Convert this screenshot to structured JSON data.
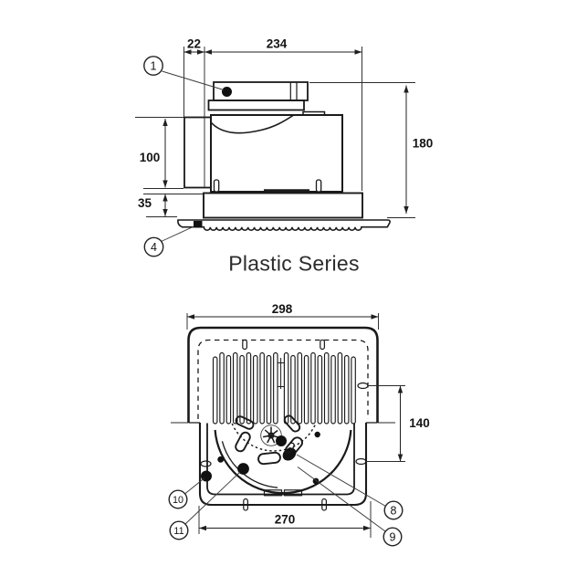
{
  "title": "Plastic Series",
  "colors": {
    "line": "#1f1f1f",
    "background": "#ffffff"
  },
  "side_view": {
    "dim_spigot": "22",
    "dim_width": "234",
    "dim_height": "180",
    "dim_duct": "100",
    "dim_flange": "35",
    "callout_terminal": "1",
    "callout_grille": "4"
  },
  "bottom_view": {
    "dim_overall": "298",
    "dim_cutout": "140",
    "dim_body": "270",
    "callout_motor": "8",
    "callout_impeller": "9",
    "callout_frame": "10",
    "callout_mount": "11"
  }
}
